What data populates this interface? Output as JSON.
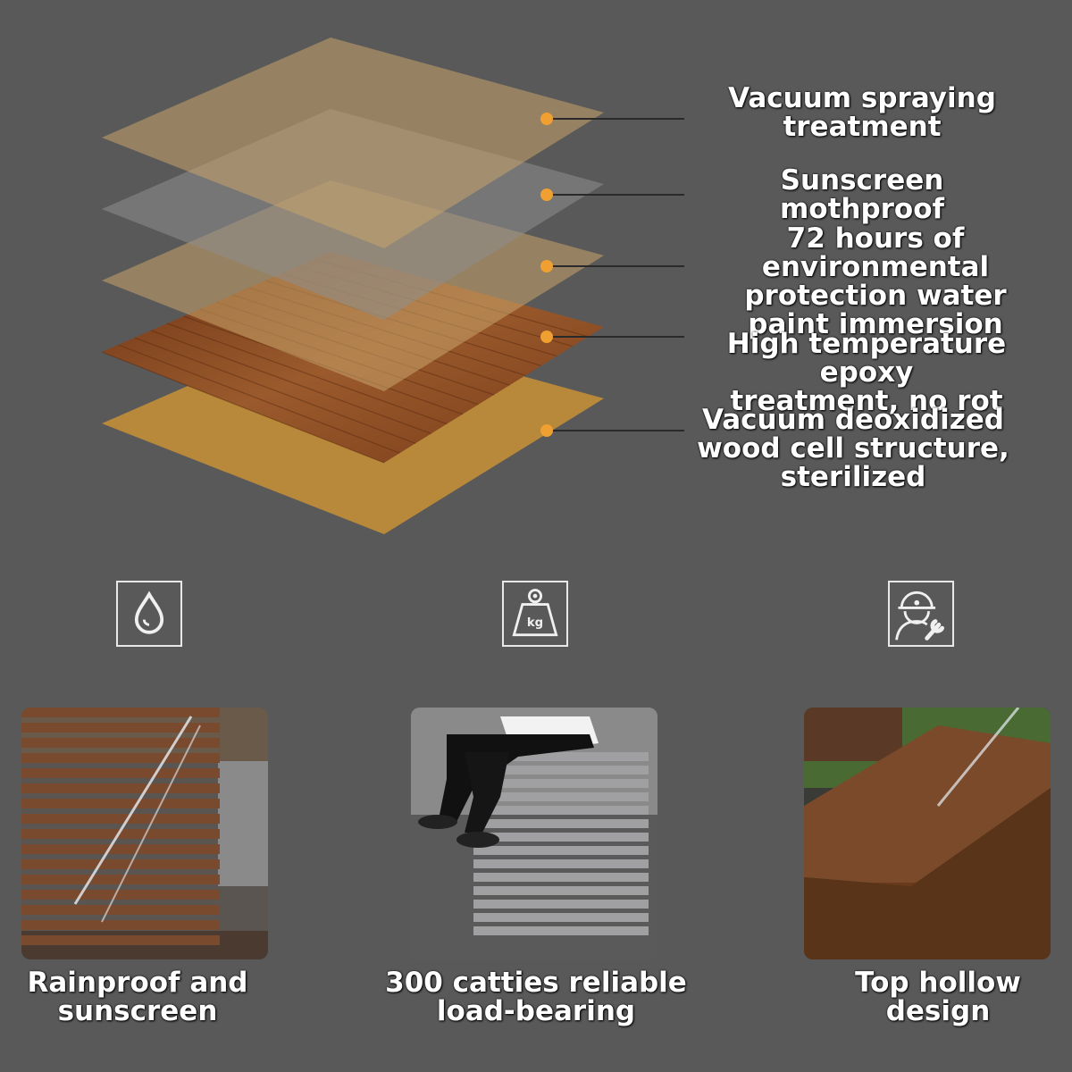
{
  "layers": [
    {
      "label": "Vacuum spraying\ntreatment",
      "fill": "#c8a46a",
      "opacity": 0.55
    },
    {
      "label": "Sunscreen  mothproof",
      "fill": "#8e8e8e",
      "opacity": 0.55
    },
    {
      "label": "72 hours of environmental\nprotection water\npaint immersion",
      "fill": "#c8a46a",
      "opacity": 0.55
    },
    {
      "label": "High temperature epoxy\ntreatment, no rot",
      "fill": "#8a4a22",
      "opacity": 1
    },
    {
      "label": "Vacuum deoxidized\nwood cell structure,\nsterilized",
      "fill": "#b8893a",
      "opacity": 1
    }
  ],
  "colors": {
    "background": "#595959",
    "dot": "#f0a030",
    "leader": "#2a2a2a"
  },
  "features": [
    {
      "icon": "water-drop-icon",
      "caption": "Rainproof and\nsunscreen"
    },
    {
      "icon": "kg-weight-icon",
      "caption": "300 catties reliable\nload-bearing"
    },
    {
      "icon": "worker-wrench-icon",
      "caption": "Top hollow\ndesign"
    }
  ]
}
